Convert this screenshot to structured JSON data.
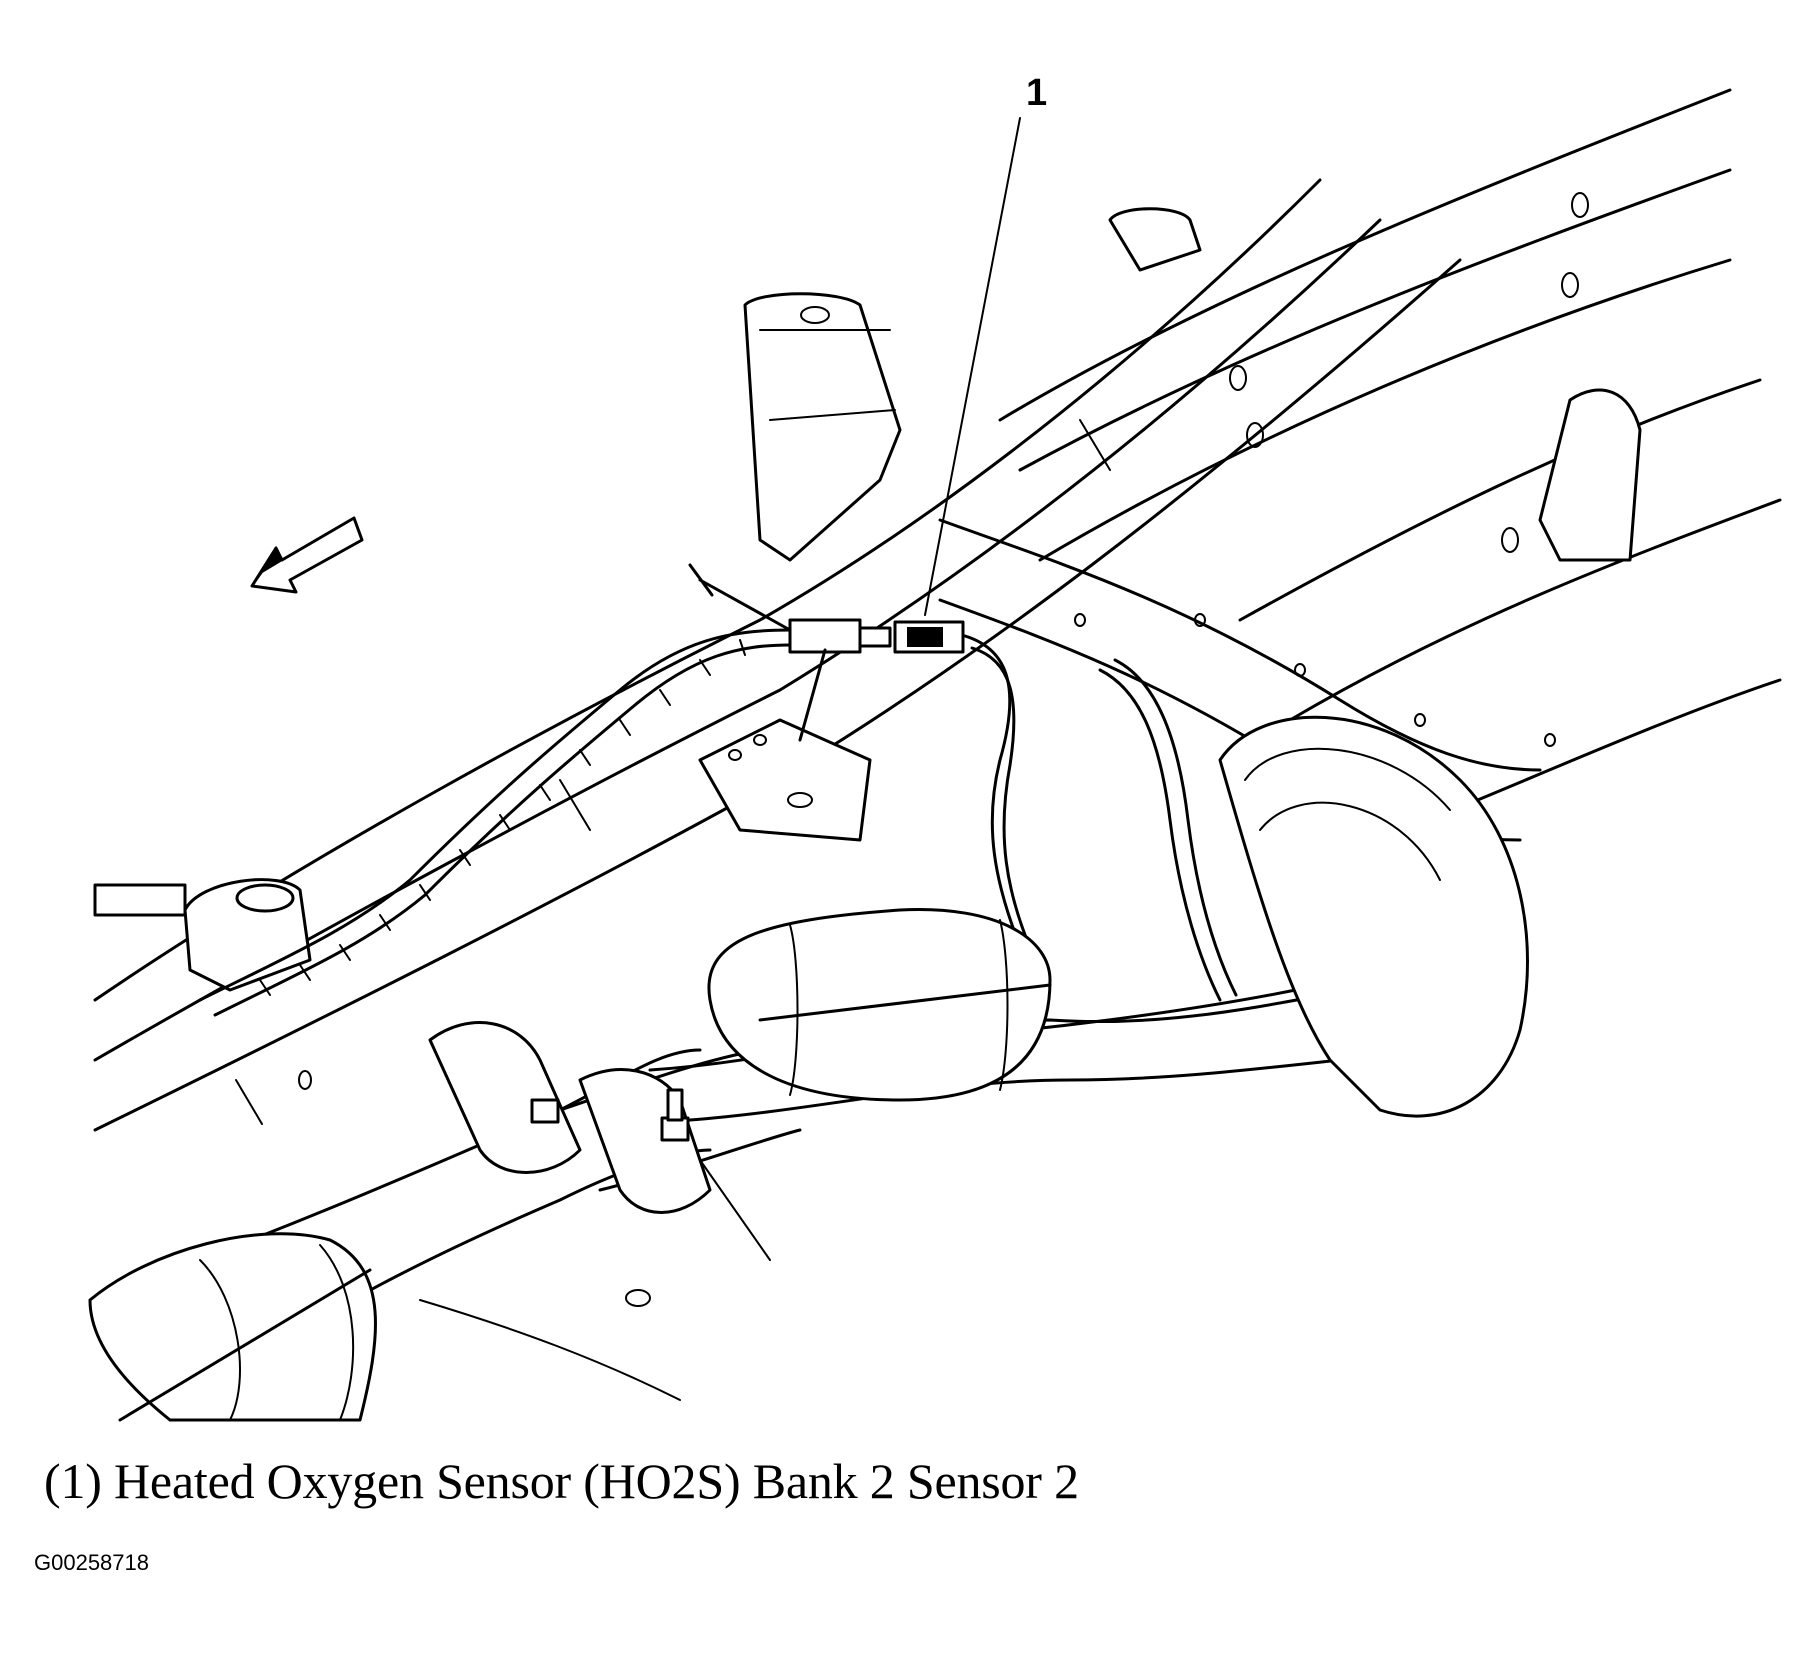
{
  "callout": {
    "number": "1"
  },
  "caption": {
    "text": "(1) Heated Oxygen Sensor (HO2S) Bank 2 Sensor 2"
  },
  "figure_id": "G00258718",
  "colors": {
    "line": "#000000",
    "background": "#ffffff"
  }
}
